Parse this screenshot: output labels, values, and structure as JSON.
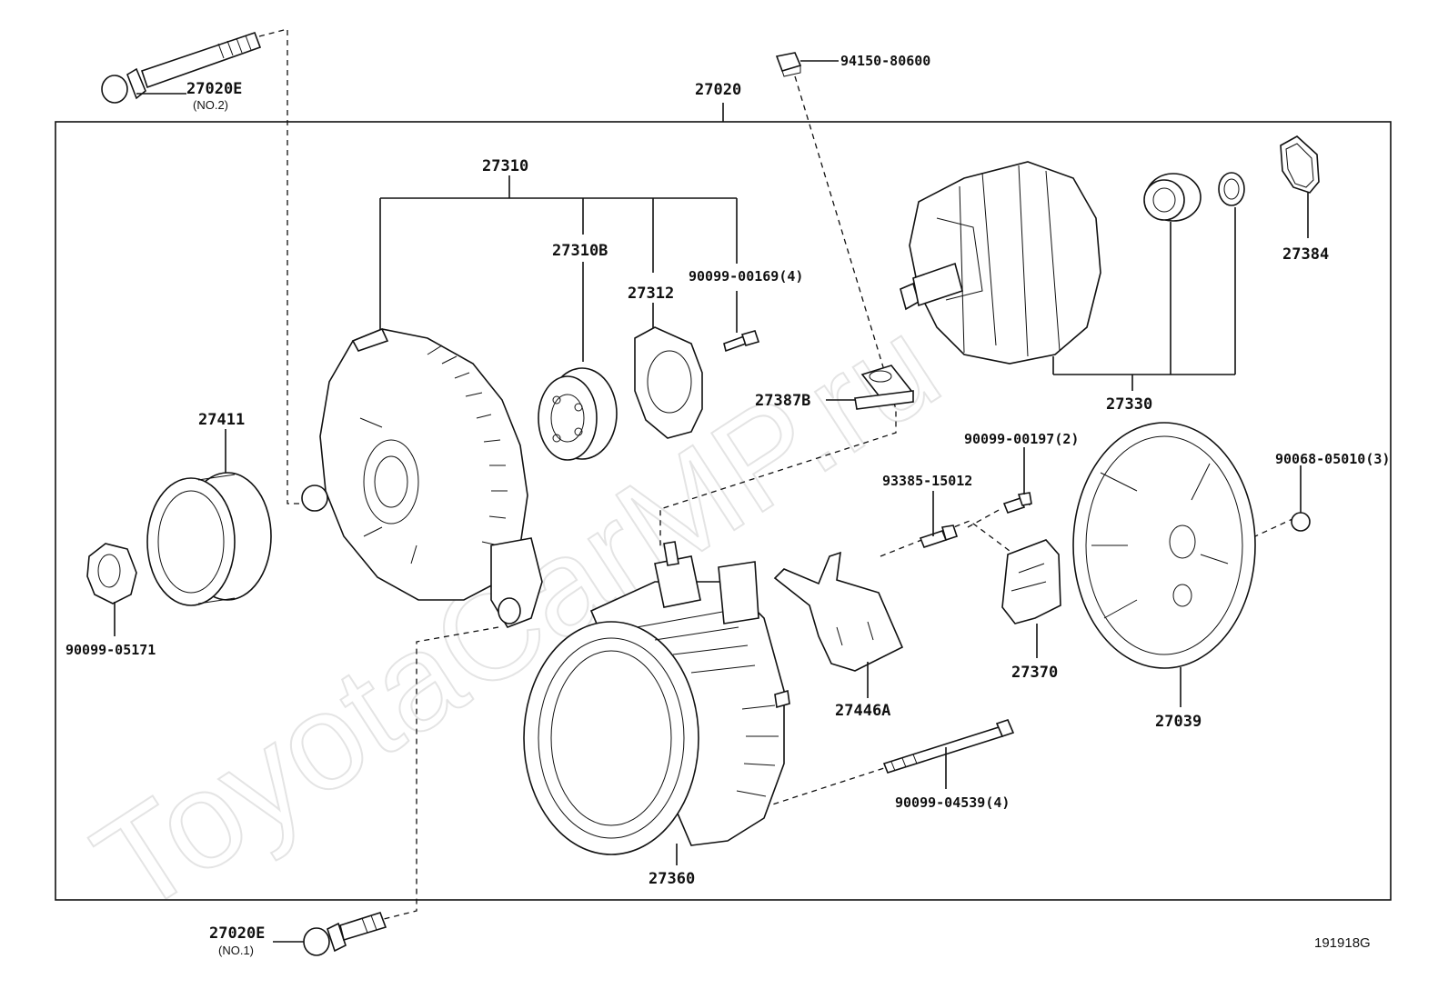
{
  "watermark": "ToyotaCarMP.ru",
  "figure_code": "191918G",
  "assembly_label": "27020",
  "labels": {
    "p94150": "94150-80600",
    "p27020e_no2": "27020E",
    "p27020e_no2_sub": "(NO.2)",
    "p27310": "27310",
    "p27310b": "27310B",
    "p27312": "27312",
    "p90099_00169": "90099-00169(4)",
    "p27384": "27384",
    "p27330": "27330",
    "p27387b": "27387B",
    "p27411": "27411",
    "p90099_00197": "90099-00197(2)",
    "p93385": "93385-15012",
    "p90068": "90068-05010(3)",
    "p90099_05171": "90099-05171",
    "p27370": "27370",
    "p27446a": "27446A",
    "p27039": "27039",
    "p90099_04539": "90099-04539(4)",
    "p27360": "27360",
    "p27020e_no1": "27020E",
    "p27020e_no1_sub": "(NO.1)"
  }
}
